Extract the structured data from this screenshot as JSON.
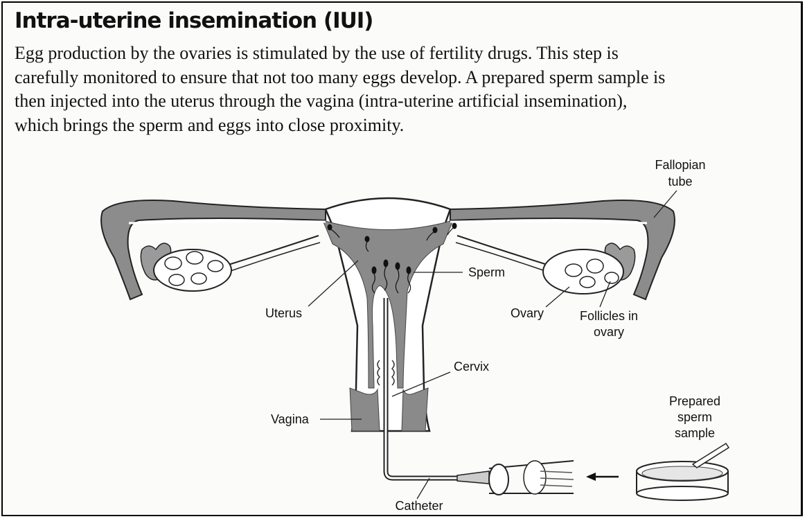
{
  "title": "Intra-uterine insemination (IUI)",
  "paragraph_lines": [
    "Egg production by the ovaries is stimulated by the use of fertility drugs. This step is",
    "carefully monitored to ensure that not too many eggs develop. A prepared sperm sample is",
    "then injected into the uterus through the vagina (intra-uterine artificial insemination),",
    "which brings the sperm and eggs into close proximity."
  ],
  "labels": {
    "fallopian_tube": [
      "Fallopian",
      "tube"
    ],
    "sperm": "Sperm",
    "uterus": "Uterus",
    "ovary": "Ovary",
    "follicles": [
      "Follicles in",
      "ovary"
    ],
    "cervix": "Cervix",
    "vagina": "Vagina",
    "prepared_sample": [
      "Prepared",
      "sperm",
      "sample"
    ],
    "catheter": "Catheter"
  }
}
